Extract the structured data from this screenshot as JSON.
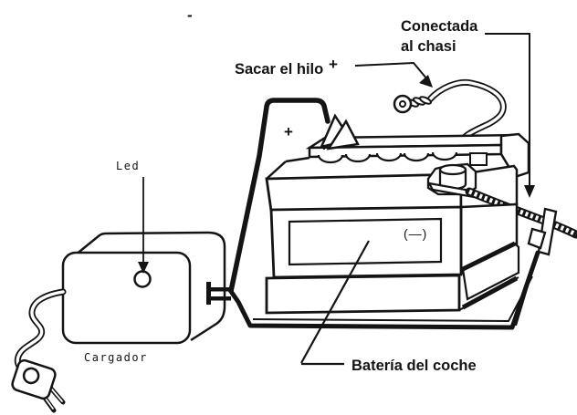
{
  "labels": {
    "connected_chassis_line1": "Conectada",
    "connected_chassis_line2": "al chasi",
    "remove_wire": "Sacar el hilo",
    "remove_wire_plus": "+",
    "positive_plus": "+",
    "led": "Led",
    "charger": "Cargador",
    "car_battery": "Batería del coche",
    "negative_mark": "(—)",
    "stray_mark": "-"
  },
  "colors": {
    "ink": "#141414",
    "paper": "#ffffff"
  }
}
